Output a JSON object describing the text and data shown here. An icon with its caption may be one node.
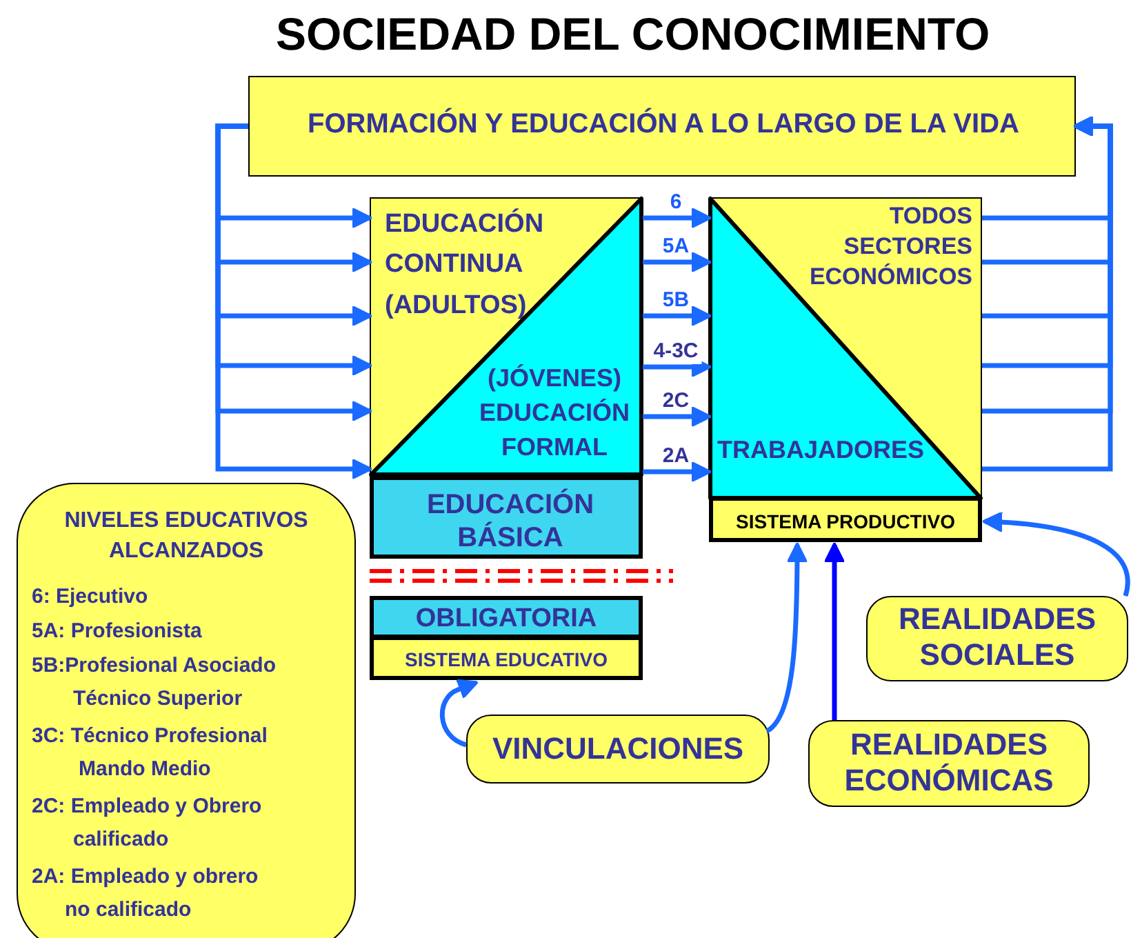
{
  "diagram": {
    "title": "SOCIEDAD DEL CONOCIMIENTO",
    "nodes": [
      {
        "text": [
          "FORMACIÓN Y EDUCACIÓN A LO LARGO DE LA VIDA"
        ]
      },
      {
        "text": [
          "EDUCACIÓN CONTINUA (ADULTOS)",
          "(JÓVENES) EDUCACIÓN FORMAL"
        ]
      },
      {
        "text": [
          "EDUCACIÓN BÁSICA"
        ]
      },
      {
        "text": [
          "OBLIGATORIA"
        ]
      },
      {
        "text": [
          "SISTEMA EDUCATIVO"
        ]
      },
      {
        "text": [
          "TODOS SECTORES ECONÓMICOS",
          "TRABAJADORES"
        ]
      },
      {
        "text": [
          "SISTEMA PRODUCTIVO"
        ]
      },
      {
        "text": [
          "NIVELES EDUCATIVOS ALCANZADOS",
          "6: Ejecutivo",
          "5A: Profesionista",
          "5B:Profesional Asociado Técnico Superior",
          "3C: Técnico Profesional Mando Medio",
          "2C: Empleado y Obrero calificado",
          "2A: Empleado y obrero no calificado"
        ]
      },
      {
        "text": [
          "VINCULACIONES"
        ]
      },
      {
        "text": [
          "REALIDADES ECONÓMICAS"
        ]
      },
      {
        "text": [
          "REALIDADES SOCIALES"
        ]
      }
    ],
    "edges": [
      {
        "from": 1,
        "to": 5,
        "arrow": "to",
        "label": "6"
      },
      {
        "from": 1,
        "to": 5,
        "arrow": "to",
        "label": "5A"
      },
      {
        "from": 1,
        "to": 5,
        "arrow": "to",
        "label": "5B"
      },
      {
        "from": 1,
        "to": 5,
        "arrow": "to",
        "label": "4-3C"
      },
      {
        "from": 1,
        "to": 5,
        "arrow": "to",
        "label": "2C"
      },
      {
        "from": 1,
        "to": 5,
        "arrow": "to",
        "label": "2A"
      },
      {
        "from": 0,
        "to": 1,
        "arrow": "to"
      },
      {
        "from": 0,
        "to": 1,
        "arrow": "to"
      },
      {
        "from": 0,
        "to": 1,
        "arrow": "to"
      },
      {
        "from": 0,
        "to": 1,
        "arrow": "to"
      },
      {
        "from": 0,
        "to": 1,
        "arrow": "to"
      },
      {
        "from": 0,
        "to": 1,
        "arrow": "to"
      },
      {
        "from": 5,
        "to": 0,
        "arrow": "to"
      },
      {
        "from": 5,
        "to": 0,
        "arrow": "to"
      },
      {
        "from": 5,
        "to": 0,
        "arrow": "to"
      },
      {
        "from": 5,
        "to": 0,
        "arrow": "to"
      },
      {
        "from": 5,
        "to": 0,
        "arrow": "to"
      },
      {
        "from": 5,
        "to": 0,
        "arrow": "to"
      },
      {
        "from": 8,
        "to": 4,
        "arrow": "to"
      },
      {
        "from": 8,
        "to": 6,
        "arrow": "to"
      },
      {
        "from": 9,
        "to": 6,
        "arrow": "to",
        "color": "#0000ff"
      },
      {
        "from": 10,
        "to": 6,
        "arrow": "to"
      }
    ]
  }
}
